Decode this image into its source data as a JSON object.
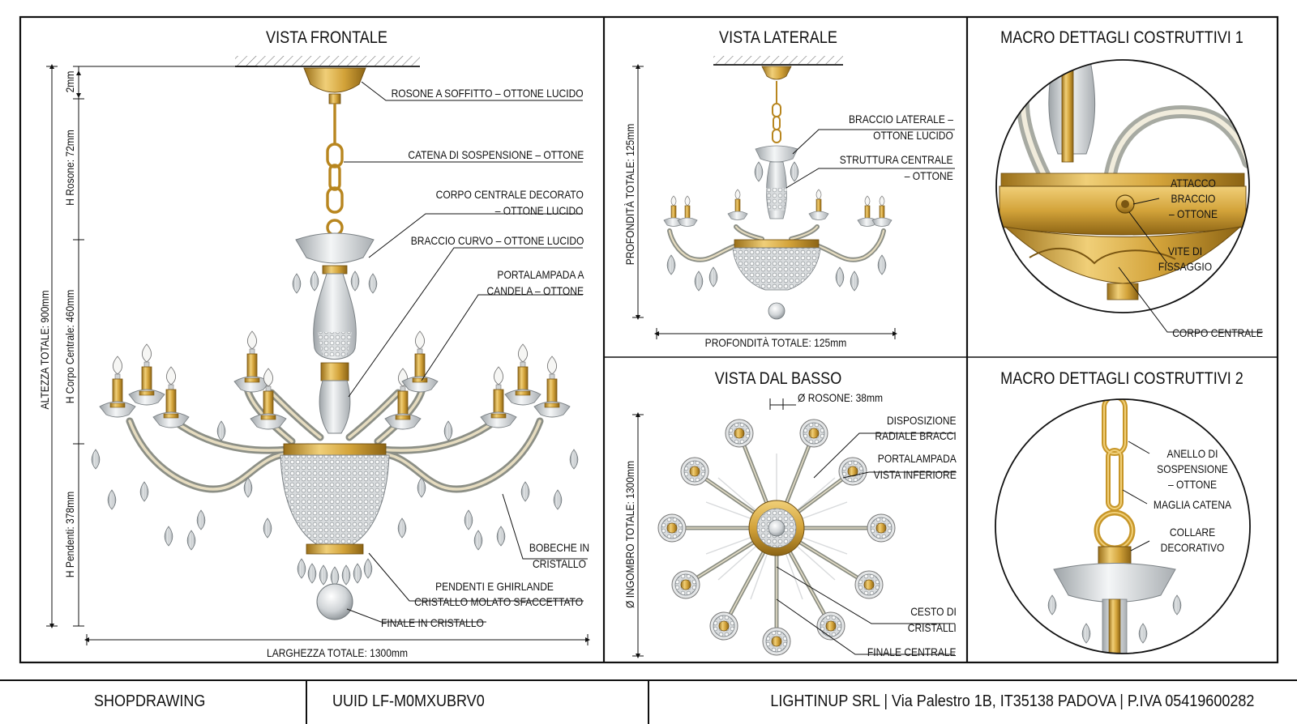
{
  "colors": {
    "brass": "#d3a33a",
    "brass_dark": "#9a6f18",
    "brass_light": "#f0cf78",
    "crystal": "#c9ccce",
    "line": "#111111",
    "background": "#ffffff"
  },
  "panels": {
    "front": {
      "title": "VISTA FRONTALE",
      "labels": {
        "rosone": "ROSONE A SOFFITTO – OTTONE LUCIDO",
        "catena": "CATENA DI SOSPENSIONE – OTTONE",
        "corpo_1": "CORPO CENTRALE DECORATO",
        "corpo_2": "– OTTONE LUCIDO",
        "braccio": "BRACCIO CURVO – OTTONE LUCIDO",
        "portalampada_1": "PORTALAMPADA A",
        "portalampada_2": "CANDELA – OTTONE",
        "bobeche_1": "BOBECHE IN",
        "bobeche_2": "CRISTALLO",
        "pendenti_1": "PENDENTI E GHIRLANDE",
        "pendenti_2": "CRISTALLO MOLATO SFACCETTATO",
        "finale": "FINALE IN CRISTALLO"
      },
      "dims": {
        "altezza": "ALTEZZA TOTALE: 900mm",
        "top": "2mm",
        "rosone": "H Rosone: 72mm",
        "corpo": "H Corpo Centrale: 460mm",
        "pendenti": "H Pendenti: 378mm",
        "larghezza": "LARGHEZZA TOTALE: 1300mm"
      }
    },
    "side": {
      "title": "VISTA LATERALE",
      "labels": {
        "braccio_1": "BRACCIO LATERALE –",
        "braccio_2": "OTTONE LUCIDO",
        "struttura_1": "STRUTTURA CENTRALE",
        "struttura_2": "– OTTONE"
      },
      "dims": {
        "profondita_v": "PROFONDITÀ TOTALE: 125mm",
        "profondita_h": "PROFONDITÀ TOTALE: 125mm"
      }
    },
    "bottom": {
      "title": "VISTA DAL BASSO",
      "labels": {
        "rosone_dim": "Ø ROSONE: 38mm",
        "disposizione_1": "DISPOSIZIONE",
        "disposizione_2": "RADIALE BRACCI",
        "portalampada_1": "PORTALAMPADA",
        "portalampada_2": "VISTA INFERIORE",
        "cesto_1": "CESTO DI",
        "cesto_2": "CRISTALLI",
        "finale": "FINALE CENTRALE"
      },
      "dims": {
        "ingombro": "Ø INGOMBRO TOTALE: 1300mm"
      }
    },
    "macro1": {
      "title": "MACRO DETTAGLI COSTRUTTIVI 1",
      "labels": {
        "attacco_1": "ATTACCO",
        "attacco_2": "BRACCIO",
        "attacco_3": "– OTTONE",
        "vite_1": "VITE DI",
        "vite_2": "FISSAGGIO",
        "corpo": "CORPO CENTRALE"
      }
    },
    "macro2": {
      "title": "MACRO DETTAGLI COSTRUTTIVI 2",
      "labels": {
        "anello_1": "ANELLO DI",
        "anello_2": "SOSPENSIONE",
        "anello_3": "– OTTONE",
        "maglia": "MAGLIA CATENA",
        "collare_1": "COLLARE",
        "collare_2": "DECORATIVO"
      }
    }
  },
  "footer": {
    "doc_type": "SHOPDRAWING",
    "uuid": "UUID LF-M0MXUBRV0",
    "company": "LIGHTINUP SRL | Via Palestro 1B, IT35138 PADOVA | P.IVA 05419600282"
  }
}
